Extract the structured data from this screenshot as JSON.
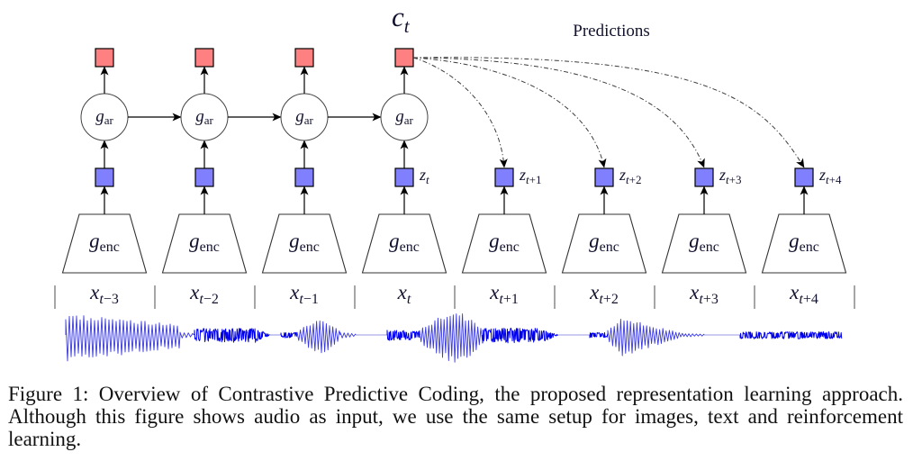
{
  "figure": {
    "context_label": {
      "base": "c",
      "sub_italic": "t",
      "sub_roman": ""
    },
    "predictions_label": "Predictions",
    "autoregressive_label": {
      "base": "g",
      "sub_italic": "",
      "sub_roman": "ar"
    },
    "encoder_label": {
      "base": "g",
      "sub_italic": "",
      "sub_roman": "enc"
    },
    "columns": [
      {
        "input": {
          "base": "x",
          "sub_italic": "t",
          "sub_roman": "−3"
        },
        "latent": null,
        "autoregressive": true,
        "context_output": true,
        "prediction_target": false
      },
      {
        "input": {
          "base": "x",
          "sub_italic": "t",
          "sub_roman": "−2"
        },
        "latent": null,
        "autoregressive": true,
        "context_output": true,
        "prediction_target": false
      },
      {
        "input": {
          "base": "x",
          "sub_italic": "t",
          "sub_roman": "−1"
        },
        "latent": null,
        "autoregressive": true,
        "context_output": true,
        "prediction_target": false
      },
      {
        "input": {
          "base": "x",
          "sub_italic": "t",
          "sub_roman": ""
        },
        "latent": {
          "base": "z",
          "sub_italic": "t",
          "sub_roman": ""
        },
        "autoregressive": true,
        "context_output": true,
        "prediction_target": false
      },
      {
        "input": {
          "base": "x",
          "sub_italic": "t",
          "sub_roman": "+1"
        },
        "latent": {
          "base": "z",
          "sub_italic": "t",
          "sub_roman": "+1"
        },
        "autoregressive": false,
        "context_output": false,
        "prediction_target": true
      },
      {
        "input": {
          "base": "x",
          "sub_italic": "t",
          "sub_roman": "+2"
        },
        "latent": {
          "base": "z",
          "sub_italic": "t",
          "sub_roman": "+2"
        },
        "autoregressive": false,
        "context_output": false,
        "prediction_target": true
      },
      {
        "input": {
          "base": "x",
          "sub_italic": "t",
          "sub_roman": "+3"
        },
        "latent": {
          "base": "z",
          "sub_italic": "t",
          "sub_roman": "+3"
        },
        "autoregressive": false,
        "context_output": false,
        "prediction_target": true
      },
      {
        "input": {
          "base": "x",
          "sub_italic": "t",
          "sub_roman": "+4"
        },
        "latent": {
          "base": "z",
          "sub_italic": "t",
          "sub_roman": "+4"
        },
        "autoregressive": false,
        "context_output": false,
        "prediction_target": true
      }
    ],
    "input_signal": "audio waveform"
  },
  "colors": {
    "context_node": "#ff8080",
    "latent_node": "#8080ff",
    "waveform": "#0000ee",
    "waveform_light": "#3a3ae0"
  },
  "caption": {
    "lines": [
      "Figure 1: Overview of Contrastive Predictive Coding, the proposed representation learning approach.",
      "Although this figure shows audio as input, we use the same setup for images, text and reinforcement",
      "learning."
    ]
  }
}
